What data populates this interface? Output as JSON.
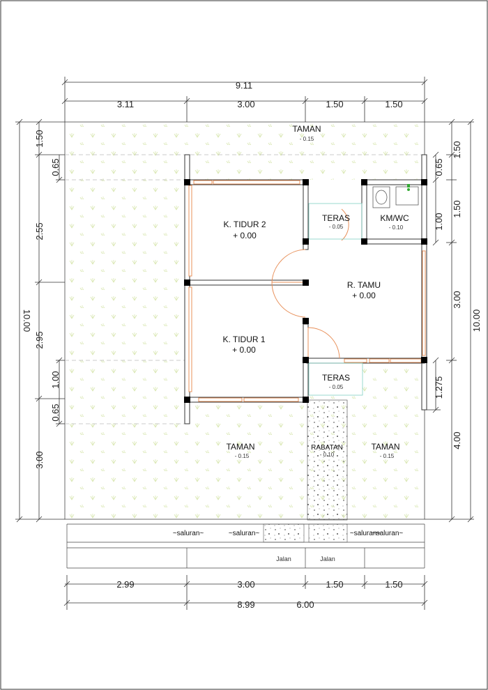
{
  "dimensions": {
    "top_total": "9.11",
    "top_segments": [
      "3.11",
      "3.00",
      "1.50",
      "1.50"
    ],
    "bottom_segments": [
      "2.99",
      "3.00",
      "1.50",
      "1.50"
    ],
    "bottom_total_left": "8.99",
    "bottom_total_right": "6.00",
    "left_total": "10.00",
    "left_segments_outer": [
      "1.50",
      "2.55",
      "2.95",
      "3.00"
    ],
    "left_segments_inner": [
      "0.65",
      "1.00",
      "0.65"
    ],
    "right_total": "10.00",
    "right_segments_outer": [
      "1.50",
      "1.50",
      "3.00",
      "4.00"
    ],
    "right_segments_inner": [
      "0.65",
      "1.00",
      "1.275"
    ]
  },
  "rooms": {
    "taman_top": {
      "name": "TAMAN",
      "level": "- 0.15"
    },
    "kamar_tidur_2": {
      "name": "K. TIDUR 2",
      "level": "+ 0.00"
    },
    "teras_top": {
      "name": "TERAS",
      "level": "- 0.05"
    },
    "km_wc": {
      "name": "KM/WC",
      "level": "- 0.10"
    },
    "ruang_tamu": {
      "name": "R. TAMU",
      "level": "+ 0.00"
    },
    "kamar_tidur_1": {
      "name": "K. TIDUR 1",
      "level": "+ 0.00"
    },
    "teras_bottom": {
      "name": "TERAS",
      "level": "- 0.05"
    },
    "taman_left": {
      "name": "TAMAN",
      "level": "- 0.15"
    },
    "rabatan": {
      "name": "RABATAN",
      "level": "- 0.10"
    },
    "taman_right": {
      "name": "TAMAN",
      "level": "- 0.15"
    }
  },
  "street": {
    "saluran": [
      "~saluran~",
      "~saluran~",
      "~saluran~",
      "~saluran~"
    ],
    "jalan": [
      "Jalan",
      "Jalan"
    ]
  },
  "colors": {
    "door_window": "#e8905a",
    "teras_outline": "#7fcfc4",
    "grass": "#d8e6b0"
  }
}
